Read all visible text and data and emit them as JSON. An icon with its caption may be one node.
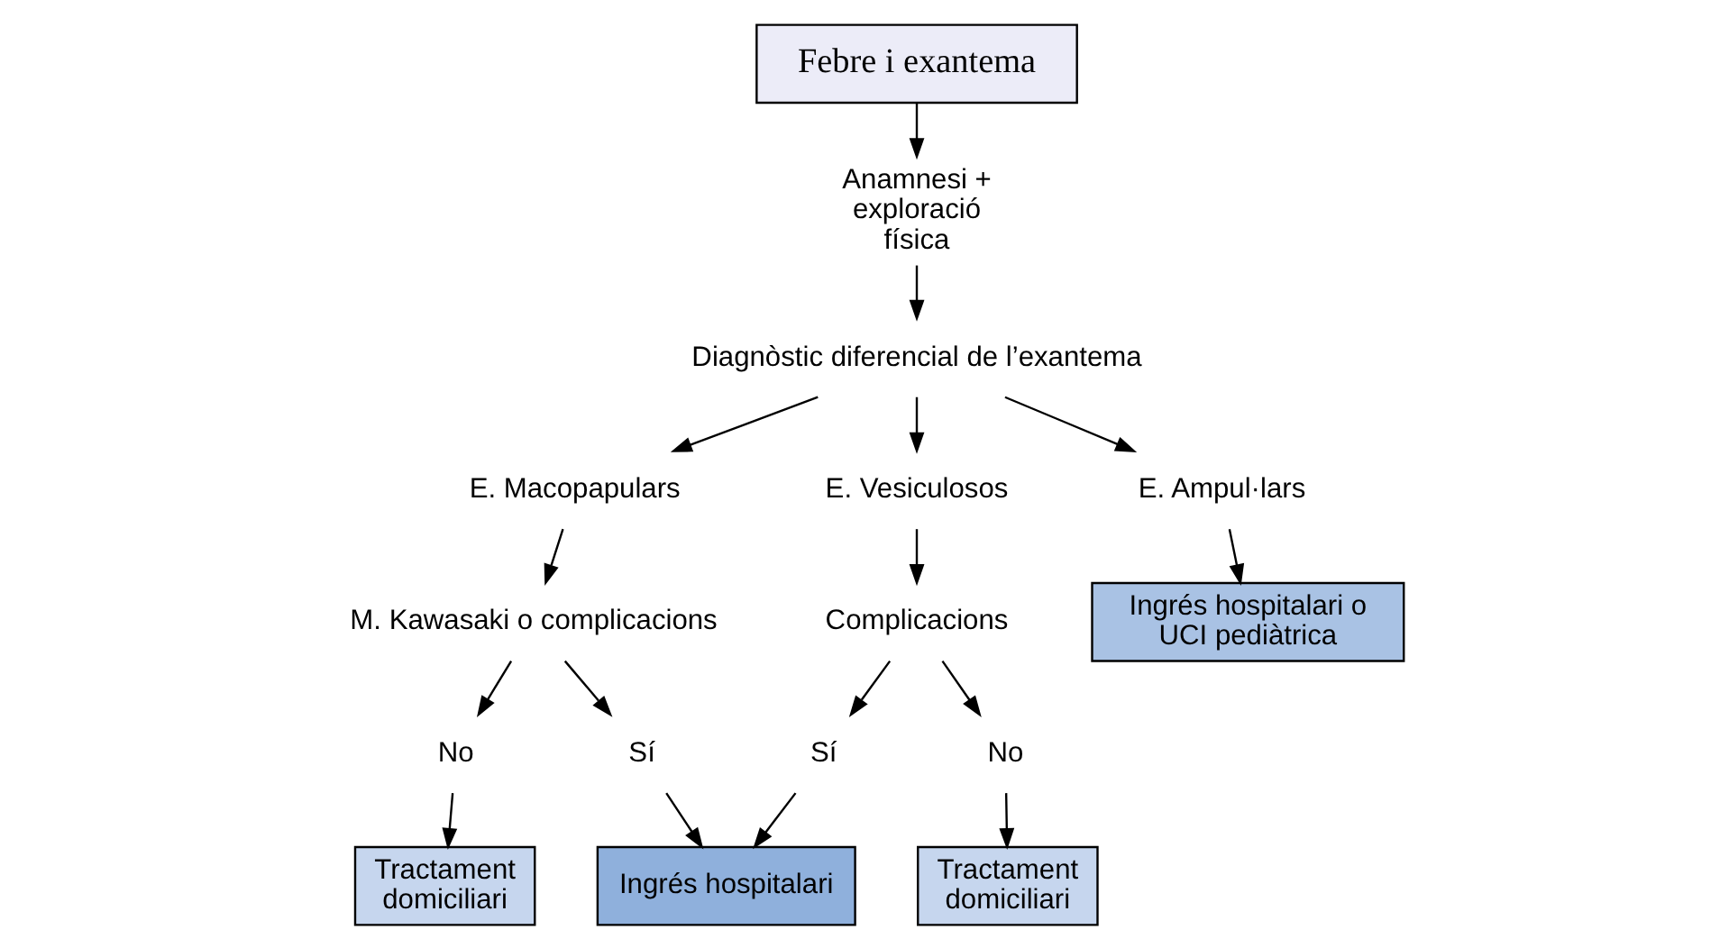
{
  "diagram": {
    "nodes": [
      {
        "text": [
          "Febre i exantema"
        ]
      },
      {
        "text": [
          "Anamnesi + exploració física"
        ]
      },
      {
        "text": [
          "Diagnòstic diferencial de l’exantema"
        ]
      },
      {
        "text": [
          "E. Macopapulars"
        ]
      },
      {
        "text": [
          "E. Vesiculosos"
        ]
      },
      {
        "text": [
          "E. Ampul·lars"
        ]
      },
      {
        "text": [
          "M. Kawasaki o complicacions"
        ]
      },
      {
        "text": [
          "Complicacions"
        ]
      },
      {
        "text": [
          "Ingrés hospitalari o UCI pediàtrica"
        ]
      },
      {
        "text": [
          "No"
        ]
      },
      {
        "text": [
          "Sí"
        ]
      },
      {
        "text": [
          "Sí"
        ]
      },
      {
        "text": [
          "No"
        ]
      },
      {
        "text": [
          "Tractament domiciliari"
        ]
      },
      {
        "text": [
          "Ingrés hospitalari"
        ]
      },
      {
        "text": [
          "Tractament domiciliari"
        ]
      }
    ],
    "edges": [
      {
        "from": 0,
        "to": 1,
        "arrow": "to"
      },
      {
        "from": 1,
        "to": 2,
        "arrow": "to"
      },
      {
        "from": 2,
        "to": 3,
        "arrow": "to"
      },
      {
        "from": 2,
        "to": 4,
        "arrow": "to"
      },
      {
        "from": 2,
        "to": 5,
        "arrow": "to"
      },
      {
        "from": 3,
        "to": 6,
        "arrow": "to"
      },
      {
        "from": 4,
        "to": 7,
        "arrow": "to"
      },
      {
        "from": 5,
        "to": 8,
        "arrow": "to"
      },
      {
        "from": 6,
        "to": 9,
        "arrow": "to"
      },
      {
        "from": 6,
        "to": 10,
        "arrow": "to"
      },
      {
        "from": 7,
        "to": 11,
        "arrow": "to"
      },
      {
        "from": 7,
        "to": 12,
        "arrow": "to"
      },
      {
        "from": 9,
        "to": 13,
        "arrow": "to"
      },
      {
        "from": 10,
        "to": 14,
        "arrow": "to"
      },
      {
        "from": 11,
        "to": 14,
        "arrow": "to"
      },
      {
        "from": 12,
        "to": 15,
        "arrow": "to"
      }
    ]
  }
}
